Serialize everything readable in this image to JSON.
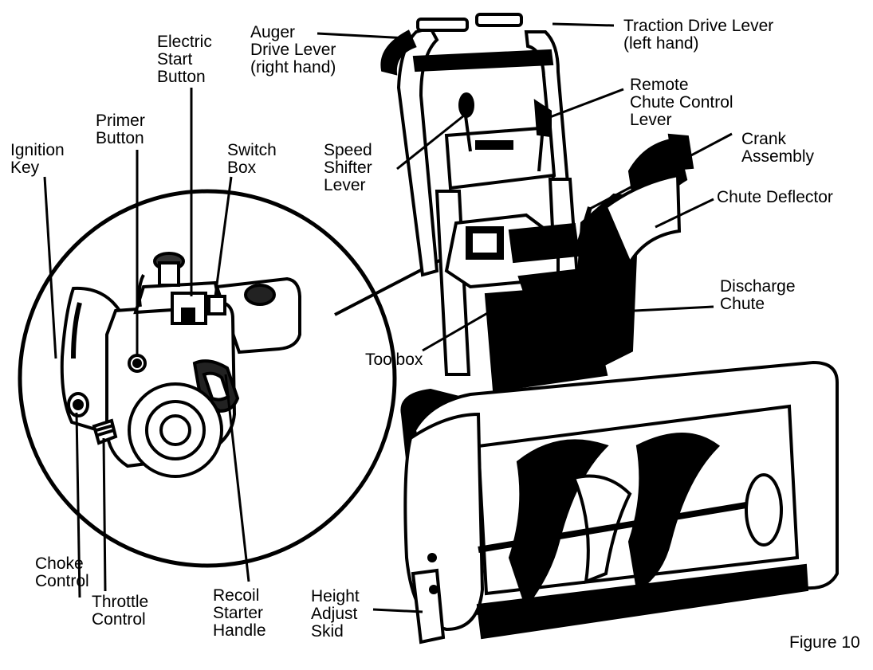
{
  "labels": {
    "electric_start_button": "Electric\nStart\nButton",
    "auger_drive_lever": "Auger\nDrive Lever\n(right hand)",
    "traction_drive_lever": "Traction Drive Lever\n(left hand)",
    "remote_chute_control_lever": "Remote\nChute Control\nLever",
    "primer_button": "Primer\nButton",
    "ignition_key": "Ignition\nKey",
    "switch_box": "Switch\nBox",
    "speed_shifter_lever": "Speed\nShifter\nLever",
    "crank_assembly": "Crank\nAssembly",
    "chute_deflector": "Chute Deflector",
    "discharge_chute": "Discharge\nChute",
    "toolbox": "Toolbox",
    "choke_control": "Choke\nControl",
    "throttle_control": "Throttle\nControl",
    "recoil_starter_handle": "Recoil\nStarter\nHandle",
    "height_adjust_skid": "Height\nAdjust\nSkid",
    "figure_caption": "Figure 10"
  }
}
